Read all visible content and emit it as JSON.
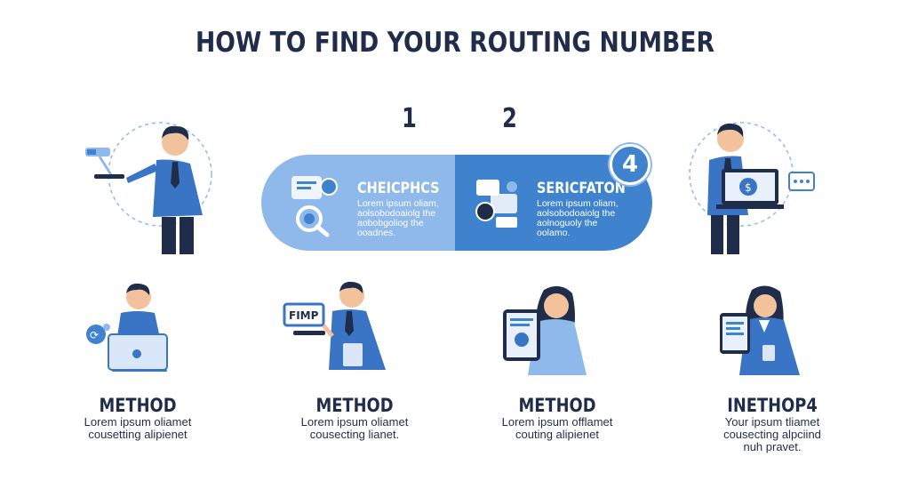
{
  "title": "HOW TO FIND YOUR ROUTING NUMBER",
  "steps": {
    "one": "1",
    "two": "2",
    "four": "4"
  },
  "pill": {
    "left_heading": "CHEICPHCS",
    "left_body": "Lorem ipsum oliam, aolsobodoaiolg the aobobgoliog the ooadnes.",
    "right_heading": "SERICFATON",
    "right_body": "Lorem ipsum oliam, aolsobodoaiolg the aolnoguoly the oolamo."
  },
  "sign_text": "FIMP",
  "methods": [
    {
      "title": "METHOD",
      "desc": [
        "Lorem ipsum oliamet",
        "cousetting alipienet"
      ]
    },
    {
      "title": "METHOD",
      "desc": [
        "Lorem ipsum oliamet",
        "cousecting lianet."
      ]
    },
    {
      "title": "METHOD",
      "desc": [
        "Lorem ipsum offlamet",
        "couting alipienet"
      ]
    },
    {
      "title": "INETHOP4",
      "desc": [
        "Your ipsum tliamet",
        "cousecting alpciind",
        "nuh pravet."
      ]
    }
  ],
  "colors": {
    "navy": "#1f2d4a",
    "blue_light": "#8fb9ea",
    "blue_mid": "#3f83cf",
    "suit": "#3a74c4"
  }
}
